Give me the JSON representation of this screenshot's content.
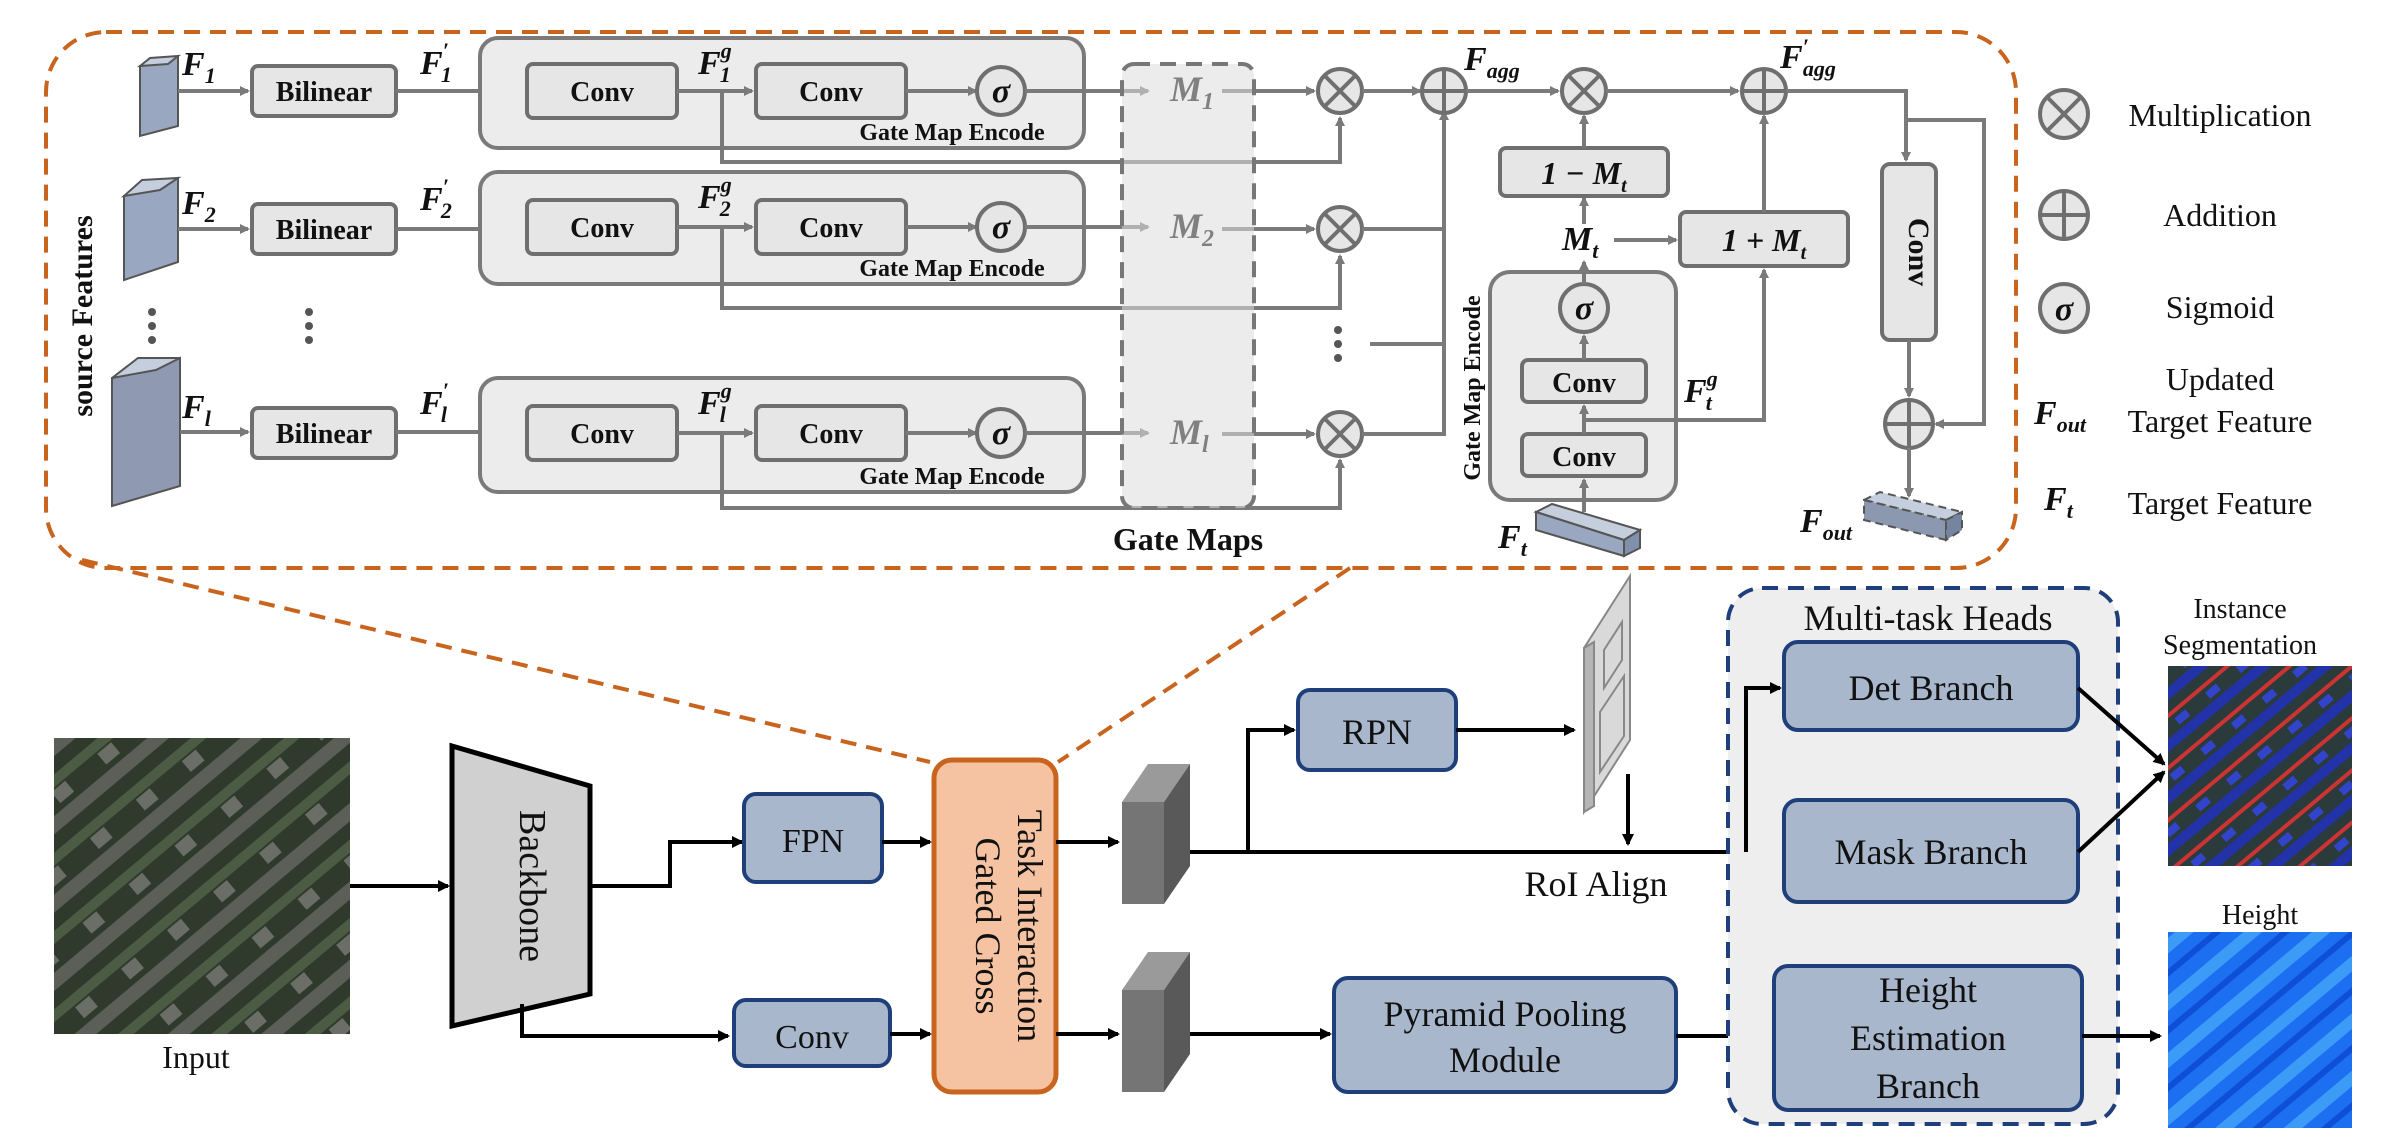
{
  "legend": {
    "multiplication": "Multiplication",
    "addition": "Addition",
    "sigmoid": "Sigmoid",
    "fout_line1": "Updated",
    "fout_line2": "Target Feature",
    "ft": "Target Feature"
  },
  "gate": {
    "bilinear": "Bilinear",
    "conv": "Conv",
    "encode": "Gate Map Encode",
    "sigma": "σ",
    "maps_label": "Gate Maps",
    "source_label": "source Features",
    "one_minus": "1 − M",
    "one_plus": "1 + M",
    "sub_t": "t",
    "vert_encode": "Gate Map Encode",
    "right_conv": "Conv",
    "f_agg": "F",
    "agg": "agg",
    "fout": "F",
    "out": "out"
  },
  "pipeline": {
    "input": "Input",
    "backbone": "Backbone",
    "fpn": "FPN",
    "conv": "Conv",
    "gated_line1": "Gated Cross",
    "gated_line2": "Task Interaction",
    "rpn": "RPN",
    "roi": "RoI Align",
    "ppm_line1": "Pyramid Pooling",
    "ppm_line2": "Module",
    "heads_title": "Multi-task Heads",
    "det": "Det Branch",
    "mask": "Mask Branch",
    "hgt_line1": "Height",
    "hgt_line2": "Estimation",
    "hgt_line3": "Branch",
    "inst_line1": "Instance",
    "inst_line2": "Segmentation",
    "height_out": "Height"
  },
  "colors": {
    "orange": "#c8641e",
    "gated_fill": "#f6c3a2",
    "blue_box": "#a9b7cc",
    "blue_stroke": "#1f3f7a",
    "gray": "#7a7a7a"
  }
}
